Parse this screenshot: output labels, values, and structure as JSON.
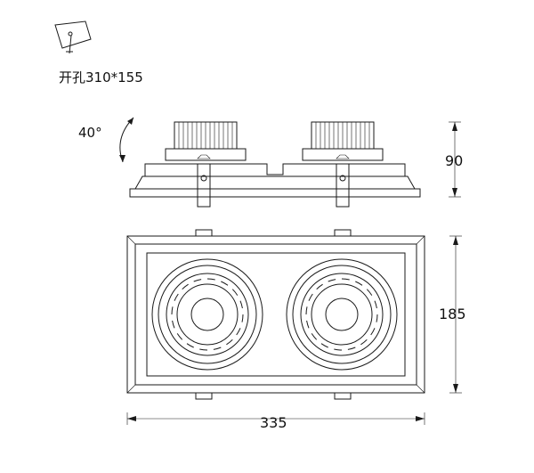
{
  "annotations": {
    "cutout": "开孔310*155",
    "tilt_angle": "40°",
    "side_height": "90",
    "front_height": "185",
    "overall_width": "335"
  },
  "icons": [
    "hand-hanging-tag-icon"
  ],
  "colors": {
    "line": "#1a1a1a",
    "background": "#ffffff"
  }
}
